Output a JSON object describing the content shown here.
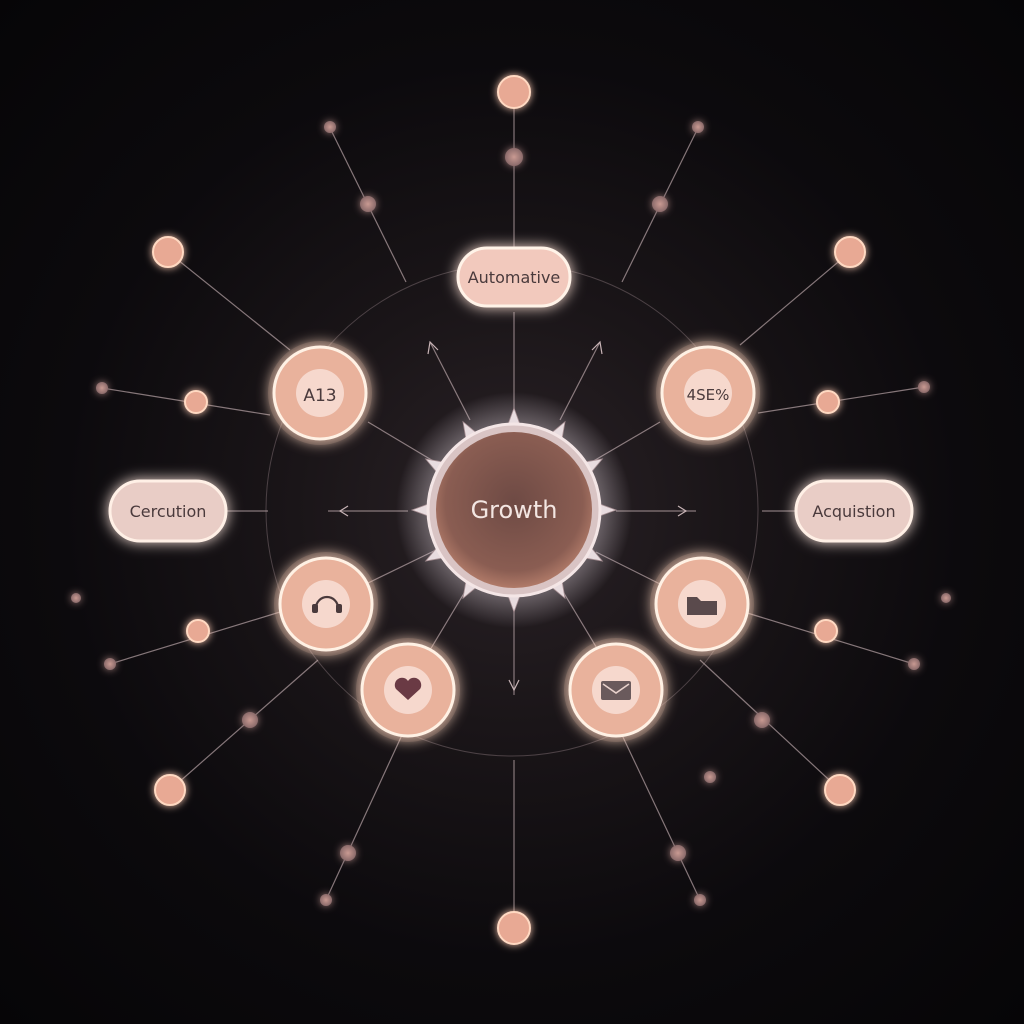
{
  "colors": {
    "glow": "#ffc9a8",
    "ring": "#fff1e4",
    "node_fill": "#f2c4b4",
    "inner_fill": "#f6d8cd",
    "line": "#b8a4a6",
    "text": "#4a3a3c",
    "hub_fill": "#8a5d52",
    "hub_text": "#f3e6e2"
  },
  "hub": {
    "label": "Growth"
  },
  "pills": {
    "top": "Automative",
    "left": "Cercution",
    "right": "Acquistion"
  },
  "nodes": {
    "upper_left": {
      "label": "A13"
    },
    "upper_right": {
      "label": "4SE%"
    },
    "lower_left": {
      "icon": "headset-icon"
    },
    "lower_right": {
      "icon": "folder-icon"
    },
    "bottom_left": {
      "icon": "heart-icon"
    },
    "bottom_right": {
      "icon": "mail-icon"
    }
  }
}
